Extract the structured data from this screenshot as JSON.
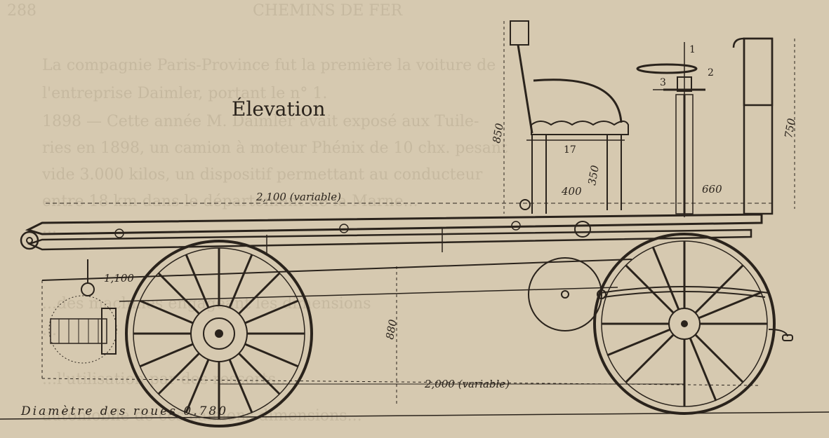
{
  "title": "Élevation",
  "dimensions": {
    "overall_length": "2,100 (variable)",
    "wheelbase": "2,000 (variable)",
    "front_height": "1,100",
    "seat_back_height": "850",
    "seat_height": "350",
    "seat_width": "400",
    "column_height": "750",
    "pedal_offset": "660",
    "axle_height": "880"
  },
  "labels": {
    "part_1": "1",
    "part_2": "2",
    "part_3": "3",
    "part_17": "17"
  },
  "caption": {
    "wheel_diameter": "Diamètre des roues 0.780"
  },
  "background_text": {
    "page_number": "288",
    "header": "CHEMINS DE FER",
    "lines": [
      "La compagnie Paris-Province fut la première la voiture de",
      "l'entreprise Daimler, portant le n° 1.",
      "1898 — Cette année M. Daimler avait exposé aux Tuile-",
      "ries en 1898, un camion à moteur Phénix de 10 chx. pesant",
      "vide 3.000 kilos, un dispositif permettant au conducteur",
      "entre 18 km dans le département de la Marne...",
      "...",
      "...des machines engageant les dimensions",
      "...",
      "...l'utilisation par des ressorts...",
      "automobile de ces camions dimensions..."
    ]
  },
  "icons": {
    "front_wheel": "spoked-wheel-icon",
    "rear_wheel": "spoked-wheel-icon",
    "steering_wheel": "steering-wheel-icon",
    "seat": "seat-icon",
    "engine": "engine-icon"
  },
  "colors": {
    "paper": "#d6c9b0",
    "ink": "#2a231c"
  }
}
